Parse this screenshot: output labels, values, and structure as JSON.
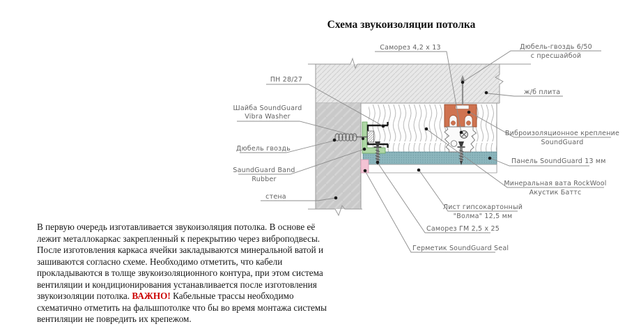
{
  "title": "Схема звукоизоляции потолка",
  "diagram": {
    "labels": {
      "samorez_4213": "Саморез 4,2 x 13",
      "dowel_650_line1": "Дюбель-гвоздь 6/50",
      "dowel_650_line2": "с пресшайбой",
      "slab": "ж/б плита",
      "pn_profile": "ПН 28/27",
      "washer_line1": "Шайба SoundGuard",
      "washer_line2": "Vibra Washer",
      "dowel_nail": "Дюбель гвоздь",
      "band_line1": "SaundGuard Band",
      "band_line2": "Rubber",
      "wall": "стена",
      "vibro_mount_line1": "Виброизоляционное крепление",
      "vibro_mount_line2": "SoundGuard",
      "panel": "Панель SoundGuard 13 мм",
      "minwool_line1": "Минеральная вата RockWool",
      "minwool_line2": "Акустик Баттс",
      "gypsum_line1": "Лист гипсокартонный",
      "gypsum_line2": "\"Волма\" 12,5 мм",
      "samorez_gm": "Саморез ГМ 2,5 x 25",
      "sealant": "Герметик SoundGuard Seal"
    },
    "colors": {
      "mount_orange": "#cf7350",
      "panel_teal": "#8cb6bd",
      "rubber_green": "#aed7a5",
      "sealant_pink": "#f3c3d4",
      "wall_gray": "#c9c9c9",
      "slab_gray": "#e8e8e8",
      "leader_gray": "#8c8c8c",
      "important_red": "#cc0000"
    }
  },
  "paragraph": {
    "important_word": "ВАЖНО!",
    "lines": [
      "В первую очередь изготавливается звукоизоляция потолка. В основе её",
      "лежит металлокаркас закрепленный к перекрытию через виброподвесы.",
      "После изготовления каркаса ячейки закладываются минеральной ватой и",
      "зашиваются согласно схеме. Необходимо отметить, что кабели",
      "прокладываются в толще звукоизоляционного контура, при этом система",
      "вентиляции и кондиционирования устанавливается после изготовления",
      "звукоизоляции потолка. ВАЖНО! Кабельные трассы необходимо",
      "схематично отметить на фальшпотолке что бы во время монтажа системы",
      "вентиляции не повредить их крепежом."
    ]
  }
}
